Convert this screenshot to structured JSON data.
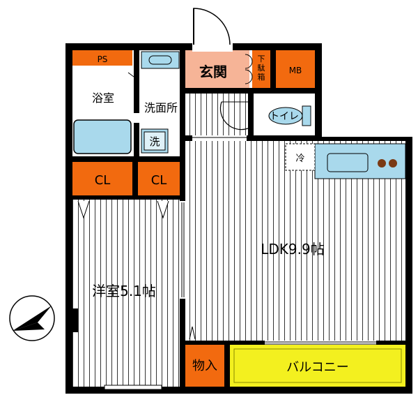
{
  "rooms": {
    "ps": "PS",
    "bath": "浴室",
    "washroom": "洗面所",
    "washer": "洗",
    "entrance": "玄関",
    "shoe_cabinet": "下駄箱",
    "mb": "MB",
    "toilet": "トイレ",
    "closet_left": "CL",
    "closet_right": "CL",
    "fridge": "冷",
    "ldk": "LDK9.9帖",
    "western_room": "洋室5.1帖",
    "storage": "物入",
    "balcony": "バルコニー"
  },
  "colors": {
    "wall": "#000000",
    "orange": "#f26a0f",
    "entrance": "#f6b497",
    "fixture": "#a9d9ec",
    "balcony": "#f3f01f",
    "stove": "#7a3a14"
  }
}
